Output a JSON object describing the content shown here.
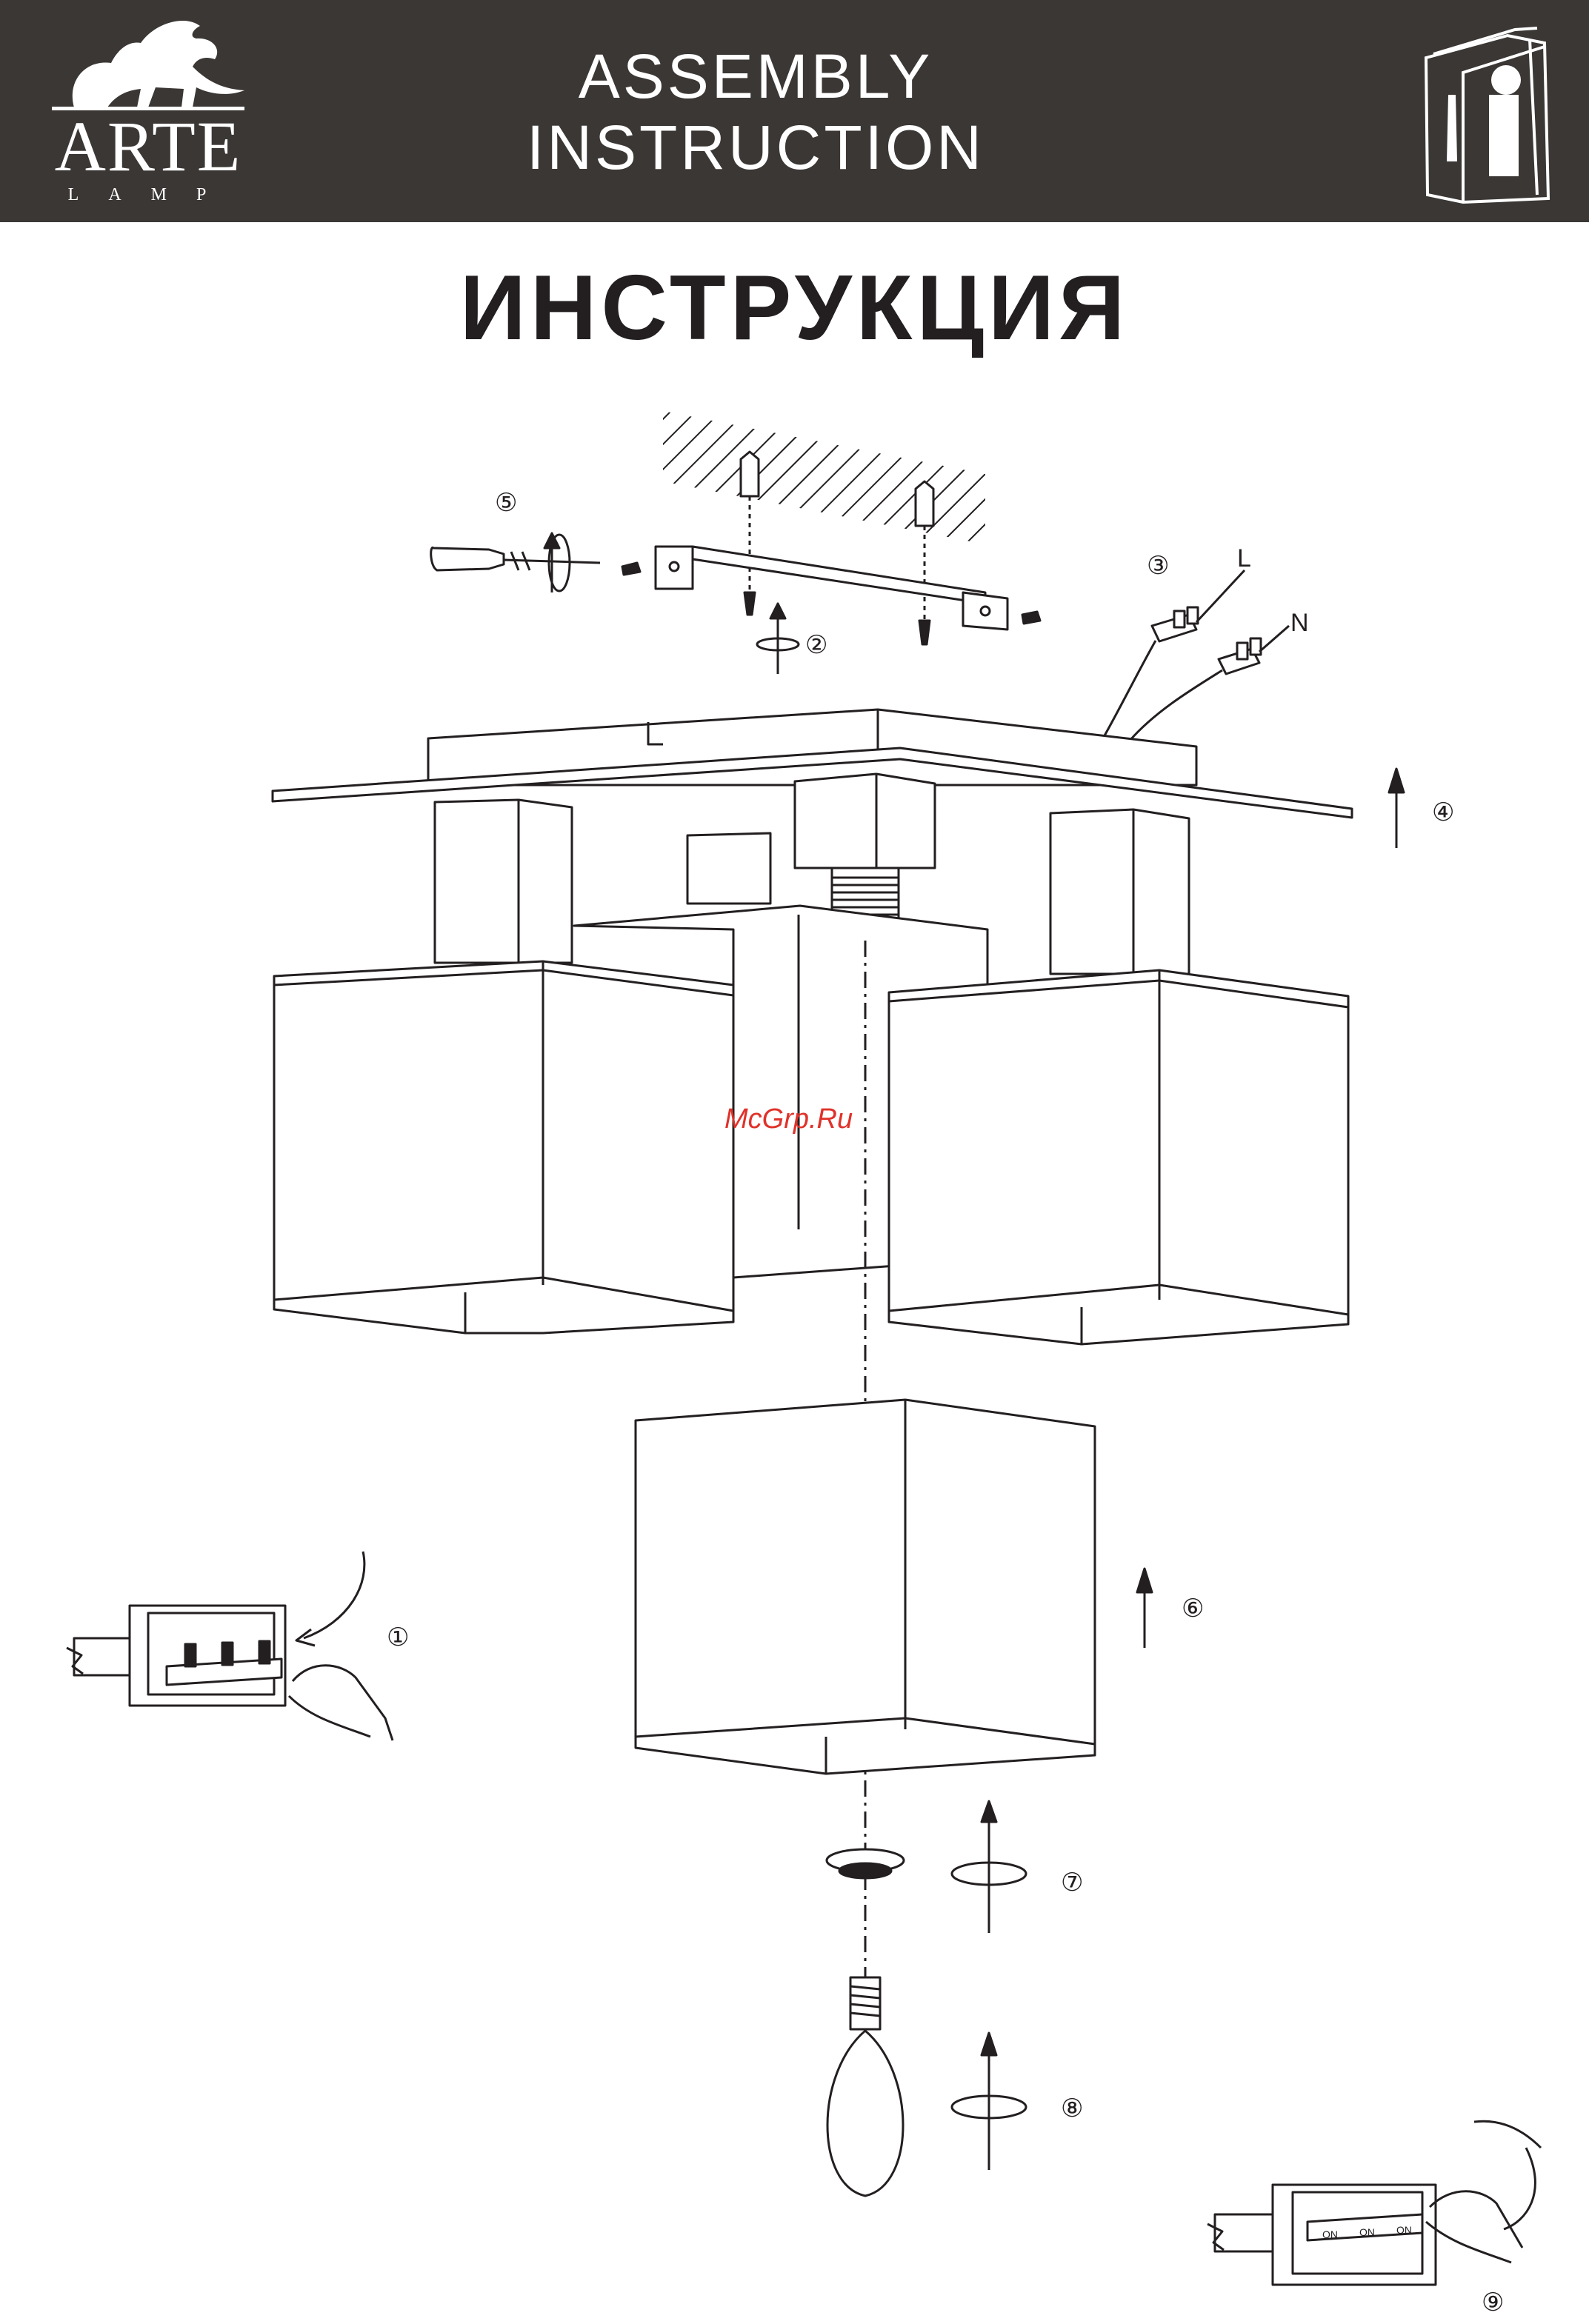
{
  "header": {
    "brand": "ARTE",
    "brand_sub": "LAMP",
    "title_line1": "ASSEMBLY",
    "title_line2": "INSTRUCTION",
    "background": "#3b3735",
    "info_icon": "info-manual-icon"
  },
  "title": "ИНСТРУКЦИЯ",
  "watermark": "McGrp.Ru",
  "steps": [
    {
      "number": "1",
      "label": "①"
    },
    {
      "number": "2",
      "label": "②"
    },
    {
      "number": "3",
      "label": "③"
    },
    {
      "number": "4",
      "label": "④"
    },
    {
      "number": "5",
      "label": "⑤"
    },
    {
      "number": "6",
      "label": "⑥"
    },
    {
      "number": "7",
      "label": "⑦"
    },
    {
      "number": "8",
      "label": "⑧"
    },
    {
      "number": "9",
      "label": "⑨"
    }
  ],
  "wire_labels": {
    "live": "L",
    "neutral": "N"
  },
  "switch_labels": [
    "ON",
    "ON",
    "ON"
  ]
}
